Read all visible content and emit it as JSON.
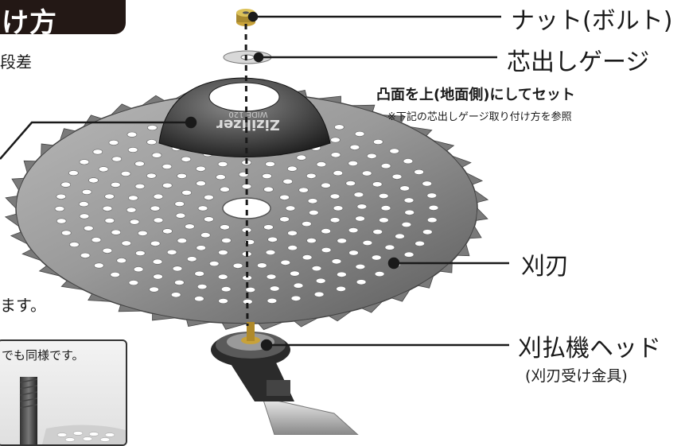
{
  "header": {
    "title": "け方"
  },
  "left_texts": {
    "step": "段差",
    "masu": "ます。"
  },
  "note": {
    "text": "でも同様です。"
  },
  "labels": {
    "nut": "ナット(ボルト)",
    "gauge": "芯出しゲージ",
    "gauge_note1": "凸面を上(地面側)にしてセット",
    "gauge_note2": "※下記の芯出しゲージ取り付け方を参照",
    "blade": "刈刃",
    "head": "刈払機ヘッド",
    "head_sub": "(刈刃受け金具)"
  },
  "gauge_print": {
    "brand": "Zizilizer",
    "model": "WIDE 120"
  },
  "colors": {
    "title_bg": "#231815",
    "line": "#1a1a1a",
    "blade": "#8a8a8a"
  }
}
